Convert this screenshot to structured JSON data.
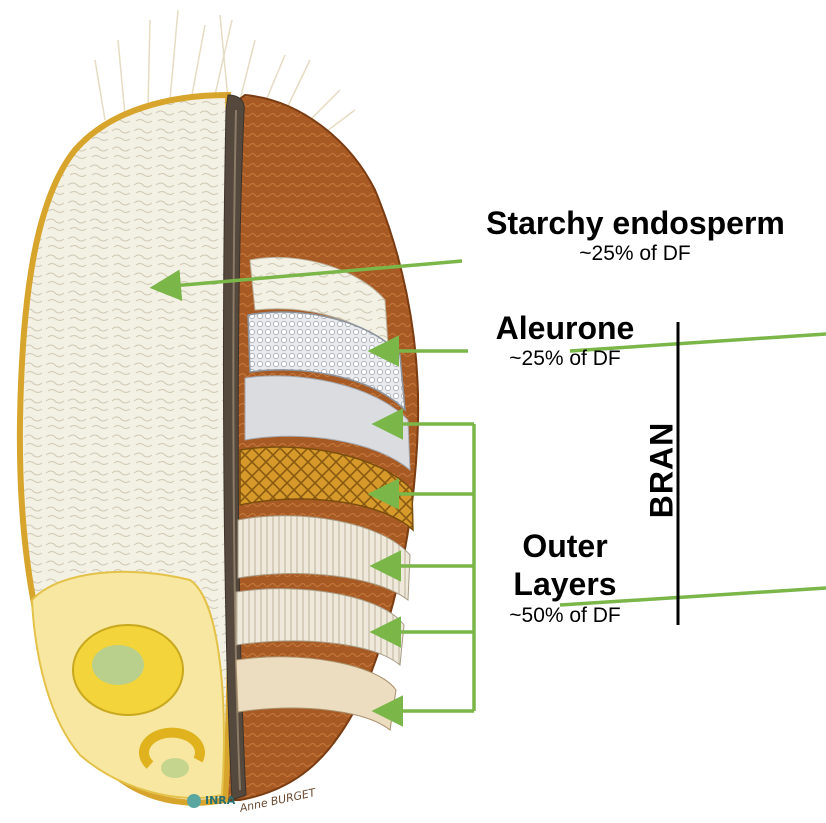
{
  "labels": {
    "starchy_endosperm": {
      "title": "Starchy endosperm",
      "share": "~25% of DF"
    },
    "aleurone": {
      "title": "Aleurone",
      "share": "~25% of DF"
    },
    "outer_layers": {
      "title_line1": "Outer",
      "title_line2": "Layers",
      "share": "~50% of DF"
    },
    "bran": "BRAN"
  },
  "credit": {
    "org": "INRA",
    "author": "Anne BURGET"
  },
  "colors": {
    "arrow": "#7ab648",
    "hull": "#a0521f",
    "endosperm": "#f1eee2",
    "germ": "#f5d83a",
    "crease": "#55483c"
  }
}
